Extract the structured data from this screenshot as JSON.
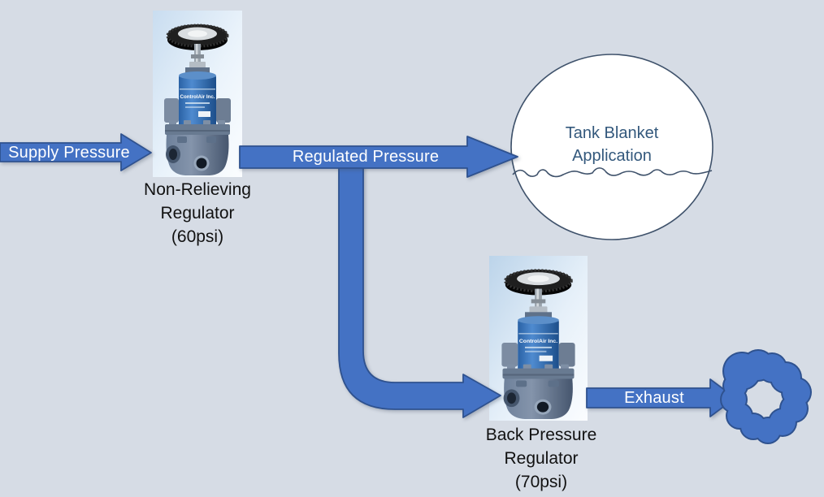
{
  "colors": {
    "background": "#d6dce5",
    "arrow_fill": "#4472c4",
    "arrow_stroke": "#2f528f",
    "arrow_text": "#ffffff",
    "tank_fill": "#ffffff",
    "tank_stroke": "#3f526b",
    "tank_text": "#33587c",
    "caption_text": "#111111"
  },
  "flows": {
    "supply_label": "Supply Pressure",
    "regulated_label": "Regulated Pressure",
    "exhaust_label": "Exhaust"
  },
  "tank": {
    "line1": "Tank Blanket",
    "line2": "Application"
  },
  "regulator1": {
    "brand": "ControlAir Inc.",
    "caption": [
      "Non-Relieving",
      "Regulator",
      "(60psi)"
    ]
  },
  "regulator2": {
    "brand": "ControlAir Inc.",
    "caption": [
      "Back Pressure",
      "Regulator",
      "(70psi)"
    ]
  }
}
